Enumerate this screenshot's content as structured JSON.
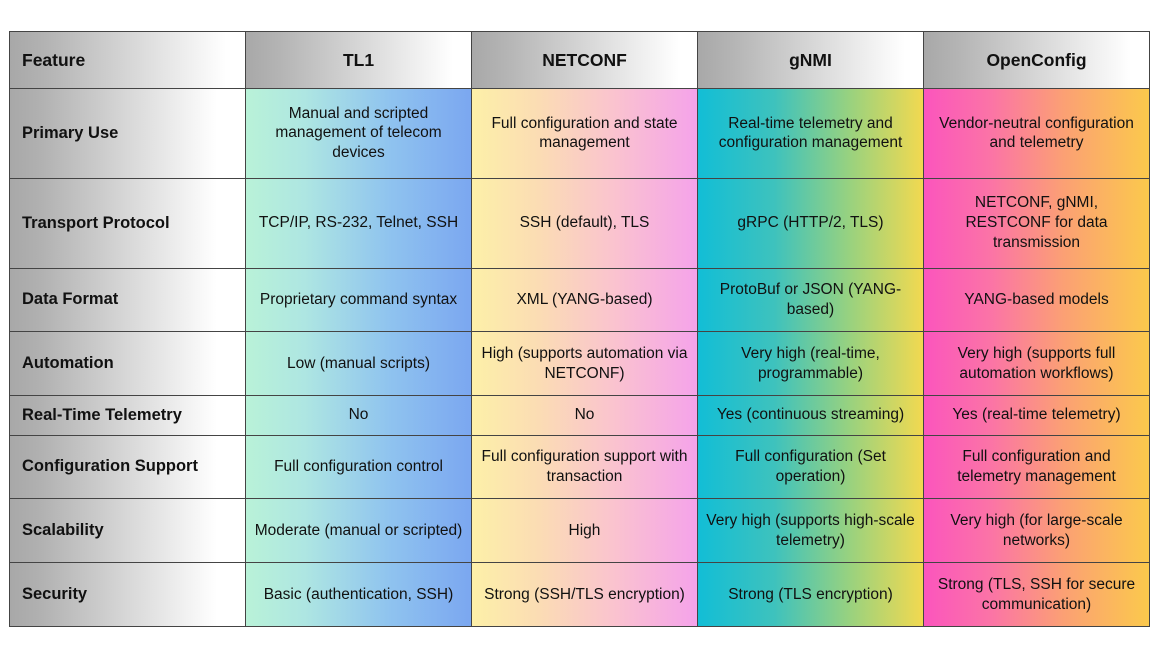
{
  "table": {
    "columns": [
      {
        "key": "feature",
        "label": "Feature",
        "accent": "#b0b0b0"
      },
      {
        "key": "tl1",
        "label": "TL1",
        "accent": "#8fc3ef"
      },
      {
        "key": "netconf",
        "label": "NETCONF",
        "accent": "#fac4ce"
      },
      {
        "key": "gnmi",
        "label": "gNMI",
        "accent": "#3ec2bd"
      },
      {
        "key": "openconfig",
        "label": "OpenConfig",
        "accent": "#fb74a6"
      }
    ],
    "rows": [
      {
        "feature": "Primary Use",
        "tl1": "Manual and scripted management of telecom devices",
        "netconf": "Full configuration and state management",
        "gnmi": "Real-time telemetry and configuration management",
        "openconfig": "Vendor-neutral configuration and telemetry"
      },
      {
        "feature": "Transport Protocol",
        "tl1": "TCP/IP, RS-232, Telnet, SSH",
        "netconf": "SSH (default), TLS",
        "gnmi": "gRPC (HTTP/2, TLS)",
        "openconfig": "NETCONF, gNMI, RESTCONF for data transmission"
      },
      {
        "feature": "Data Format",
        "tl1": "Proprietary command syntax",
        "netconf": "XML (YANG-based)",
        "gnmi": "ProtoBuf or JSON (YANG-based)",
        "openconfig": "YANG-based models"
      },
      {
        "feature": "Automation",
        "tl1": "Low (manual scripts)",
        "netconf": "High (supports automation via NETCONF)",
        "gnmi": "Very high (real-time, programmable)",
        "openconfig": "Very high (supports full automation workflows)"
      },
      {
        "feature": "Real-Time Telemetry",
        "tl1": "No",
        "netconf": "No",
        "gnmi": "Yes (continuous streaming)",
        "openconfig": "Yes (real-time telemetry)"
      },
      {
        "feature": "Configuration Support",
        "tl1": "Full configuration control",
        "netconf": "Full configuration support with transaction",
        "gnmi": "Full configuration (Set operation)",
        "openconfig": "Full configuration and telemetry management"
      },
      {
        "feature": "Scalability",
        "tl1": "Moderate (manual or scripted)",
        "netconf": "High",
        "gnmi": "Very high (supports high-scale telemetry)",
        "openconfig": "Very high (for large-scale networks)"
      },
      {
        "feature": "Security",
        "tl1": "Basic (authentication, SSH)",
        "netconf": "Strong (SSH/TLS encryption)",
        "gnmi": "Strong (TLS encryption)",
        "openconfig": "Strong (TLS, SSH for secure communication)"
      }
    ]
  }
}
